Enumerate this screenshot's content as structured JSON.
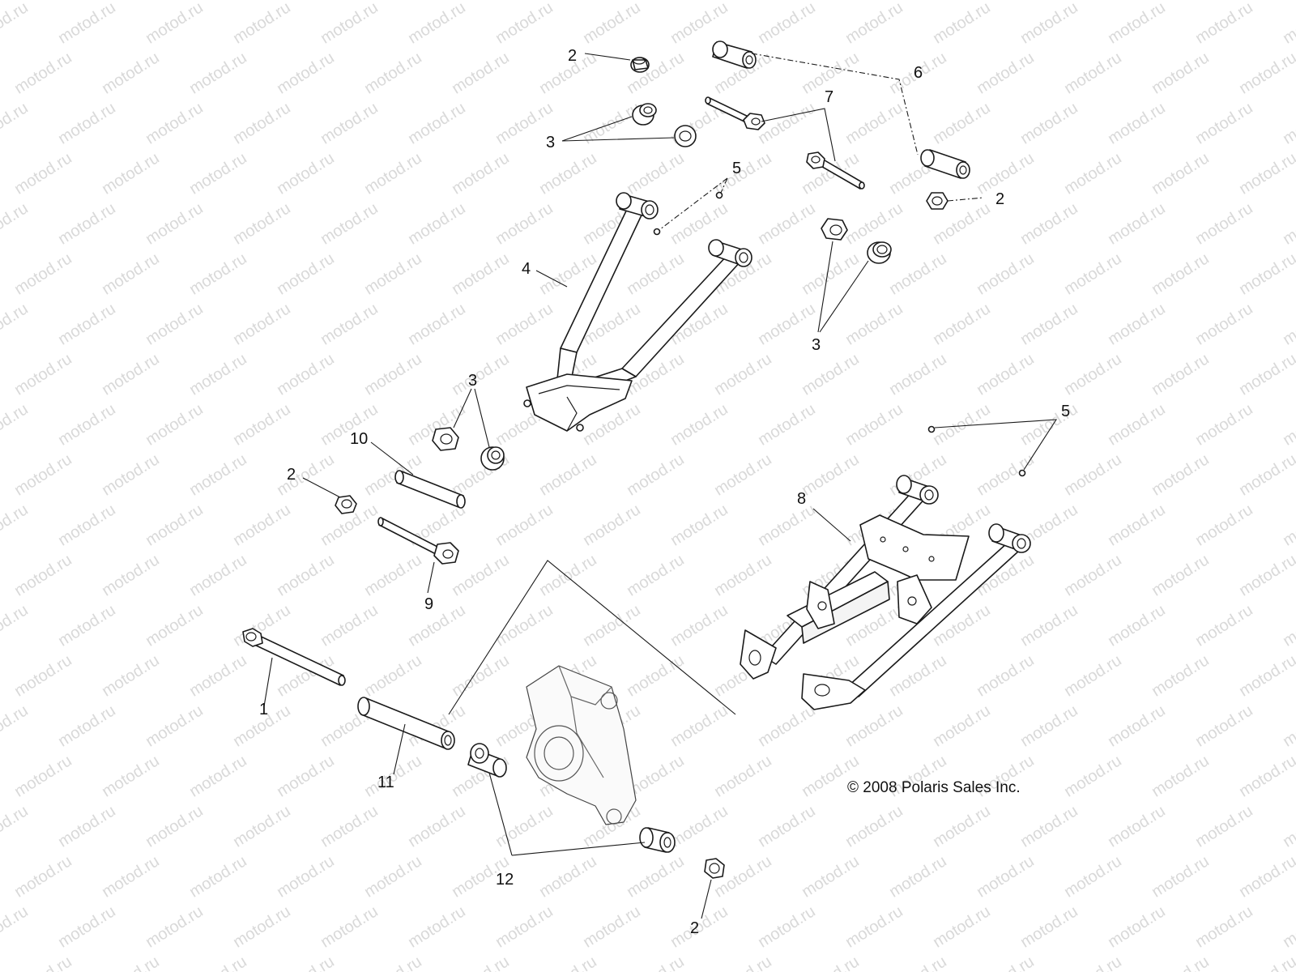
{
  "watermark_text": "motod.ru",
  "copyright": "© 2008 Polaris Sales Inc.",
  "callouts": {
    "c1": "1",
    "c2a": "2",
    "c2b": "2",
    "c2c": "2",
    "c2d": "2",
    "c3a": "3",
    "c3b": "3",
    "c3c": "3",
    "c4": "4",
    "c5a": "5",
    "c5b": "5",
    "c6": "6",
    "c7": "7",
    "c8": "8",
    "c9": "9",
    "c10": "10",
    "c11": "11",
    "c12": "12"
  }
}
